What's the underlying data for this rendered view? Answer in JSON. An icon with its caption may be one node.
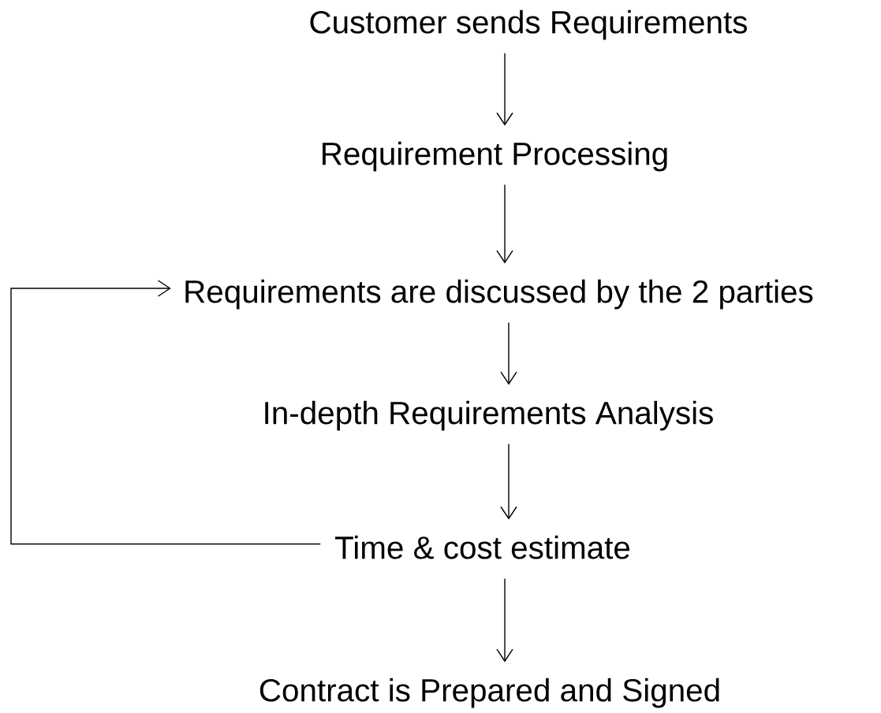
{
  "diagram": {
    "nodes": [
      {
        "text": [
          "Customer sends Requirements"
        ]
      },
      {
        "text": [
          "Requirement Processing"
        ]
      },
      {
        "text": [
          "Requirements are discussed by the 2 parties"
        ]
      },
      {
        "text": [
          "In-depth Requirements Analysis"
        ]
      },
      {
        "text": [
          "Time & cost estimate"
        ]
      },
      {
        "text": [
          "Contract is Prepared and Signed"
        ]
      }
    ],
    "edges": [
      {
        "from": 0,
        "to": 1,
        "arrow": "to"
      },
      {
        "from": 1,
        "to": 2,
        "arrow": "to"
      },
      {
        "from": 2,
        "to": 3,
        "arrow": "to"
      },
      {
        "from": 3,
        "to": 4,
        "arrow": "to"
      },
      {
        "from": 4,
        "to": 5,
        "arrow": "to"
      },
      {
        "from": 4,
        "to": 2,
        "arrow": "to"
      }
    ]
  }
}
